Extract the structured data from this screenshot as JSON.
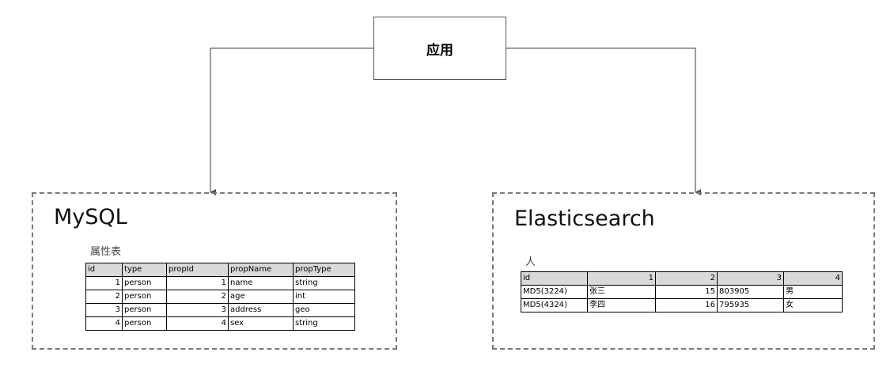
{
  "app": {
    "label": "应用"
  },
  "mysql": {
    "title": "MySQL",
    "caption": "属性表",
    "columns": [
      "id",
      "type",
      "propId",
      "propName",
      "propType"
    ],
    "rows": [
      [
        "1",
        "person",
        "1",
        "name",
        "string"
      ],
      [
        "2",
        "person",
        "2",
        "age",
        "int"
      ],
      [
        "3",
        "person",
        "3",
        "address",
        "geo"
      ],
      [
        "4",
        "person",
        "4",
        "sex",
        "string"
      ]
    ]
  },
  "es": {
    "title": "Elasticsearch",
    "caption": "人",
    "columns": [
      "id",
      "1",
      "2",
      "3",
      "4"
    ],
    "rows": [
      [
        "MD5(3224)",
        "张三",
        "15",
        "803905",
        "男"
      ],
      [
        "MD5(4324)",
        "李四",
        "16",
        "795935",
        "女"
      ]
    ]
  },
  "colors": {
    "border": "#555555",
    "dashed": "#7a7a7a",
    "header_bg": "#d9d9d9"
  }
}
